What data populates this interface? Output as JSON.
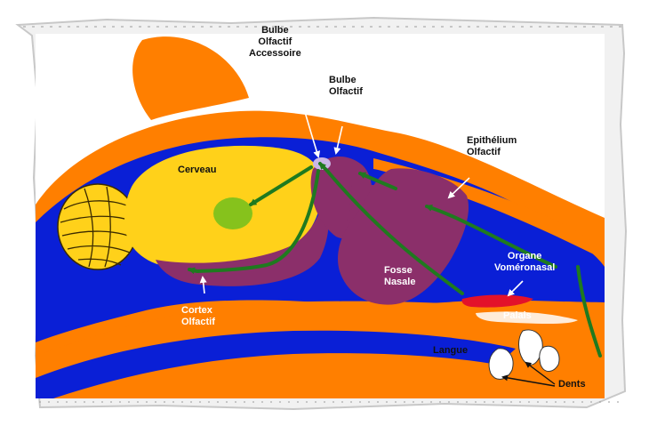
{
  "labels": {
    "bulbe_accessoire": [
      "Bulbe",
      "Olfactif",
      "Accessoire"
    ],
    "bulbe_olfactif": [
      "Bulbe",
      "Olfactif"
    ],
    "epithelium": [
      "Epithélium",
      "Olfactif"
    ],
    "cerveau": "Cerveau",
    "organe": [
      "Organe",
      "Voméronasal"
    ],
    "fosse": [
      "Fosse",
      "Nasale"
    ],
    "cortex": [
      "Cortex",
      "Olfactif"
    ],
    "palais": "Palais",
    "langue": "Langue",
    "dents": "Dents"
  },
  "colors": {
    "orange": "#ff7f00",
    "blue": "#0a1fd6",
    "yellow": "#ffd11a",
    "purple": "#8b2f6a",
    "green_path": "#1f7a1f",
    "green_spot": "#86c21c",
    "red": "#e3122a",
    "lilac": "#c9b7e6",
    "frame_bg": "#ffffff"
  }
}
